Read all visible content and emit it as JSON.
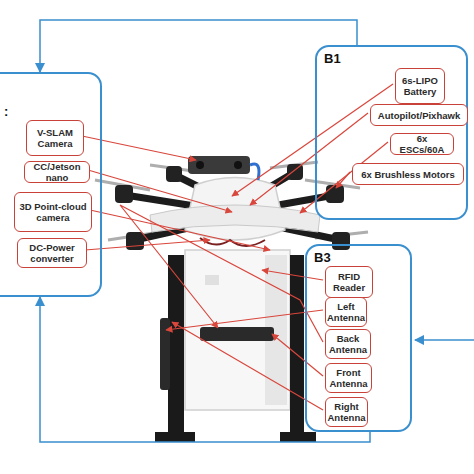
{
  "diagram": {
    "nodes": [
      {
        "text": [
          "B1"
        ]
      },
      {
        "text": [
          "6s-LIPO Battery"
        ],
        "in": 0
      },
      {
        "text": [
          "Autopilot/Pixhawk"
        ],
        "in": 0
      },
      {
        "text": [
          "6x ESCs/60A"
        ],
        "in": 0
      },
      {
        "text": [
          "6x Brushless Motors"
        ],
        "in": 0
      },
      {
        "text": [
          ":"
        ]
      },
      {
        "text": [
          "V-SLAM Camera"
        ],
        "in": 5
      },
      {
        "text": [
          "CC/Jetson nano"
        ],
        "in": 5
      },
      {
        "text": [
          "3D Point-cloud camera"
        ],
        "in": 5
      },
      {
        "text": [
          "DC-Power converter"
        ],
        "in": 5
      },
      {
        "text": [
          "B3"
        ]
      },
      {
        "text": [
          "RFID Reader"
        ],
        "in": 10
      },
      {
        "text": [
          "Left Antenna"
        ],
        "in": 10
      },
      {
        "text": [
          "Back Antenna"
        ],
        "in": 10
      },
      {
        "text": [
          "Front Antenna"
        ],
        "in": 10
      },
      {
        "text": [
          "Right Antenna"
        ],
        "in": 10
      }
    ],
    "edges": [
      {
        "from": 0,
        "to": 5,
        "arrow": "to"
      },
      {
        "from": 10,
        "to": 5,
        "arrow": "to"
      }
    ]
  }
}
